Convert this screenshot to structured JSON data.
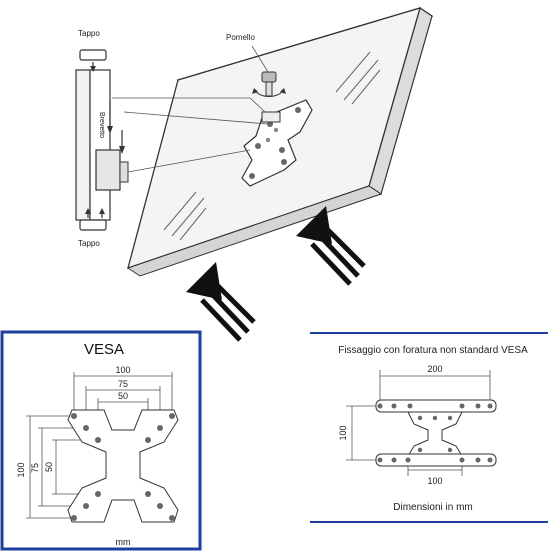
{
  "assembly": {
    "cap_top_label": "Tappo",
    "cap_bottom_label": "Tappo",
    "knob_label": "Pomello",
    "brand_text": "Brevetto"
  },
  "vesa_panel": {
    "title": "VESA",
    "dim_100_h": "100",
    "dim_75_h": "75",
    "dim_50_h": "50",
    "dim_100_v": "100",
    "dim_75_v": "75",
    "dim_50_v": "50",
    "unit": "mm",
    "border_color": "#1f3fa0"
  },
  "nonstandard_panel": {
    "title": "Fissaggio con foratura non standard VESA",
    "dim_200": "200",
    "dim_100_v": "100",
    "dim_100_h": "100",
    "footer": "Dimensioni in mm",
    "rule_color": "#1f3fa0"
  }
}
